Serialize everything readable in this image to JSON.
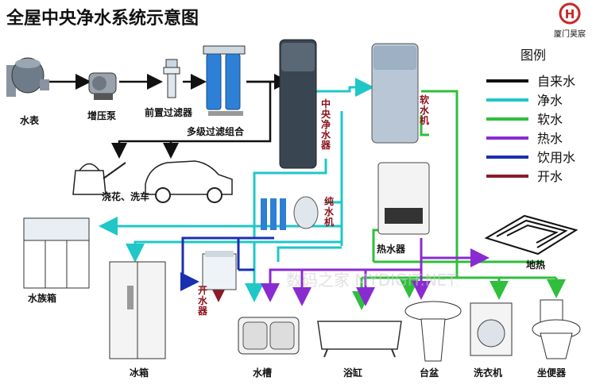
{
  "title": "全屋中央净水系统示意图",
  "logo": {
    "mark": "H",
    "text": "厦门昊宸"
  },
  "legend": {
    "title": "图例",
    "items": [
      {
        "label": "自来水",
        "color": "#111111"
      },
      {
        "label": "净水",
        "color": "#1fc7c7"
      },
      {
        "label": "软水",
        "color": "#2fbf3b"
      },
      {
        "label": "热水",
        "color": "#8a2bd2"
      },
      {
        "label": "饮用水",
        "color": "#1a2fb0"
      },
      {
        "label": "开水",
        "color": "#8b1a2a"
      }
    ]
  },
  "devices": {
    "water_meter": "水表",
    "booster_pump": "增压泵",
    "pre_filter": "前置过滤器",
    "multi_filter": "多级过滤组合",
    "watering": "浇花、洗车",
    "central_purifier": "中央净水器",
    "softener": "软水机",
    "pure_water": "纯水机",
    "heater": "热水器",
    "floor_heating": "地热",
    "aquarium": "水族箱",
    "fridge": "冰箱",
    "boiler": "开水器",
    "sink": "水槽",
    "bathtub": "浴缸",
    "basin": "台盆",
    "washer": "洗衣机",
    "toilet": "坐便器"
  },
  "watermark": "数码之家 MYDIGIT.NET"
}
